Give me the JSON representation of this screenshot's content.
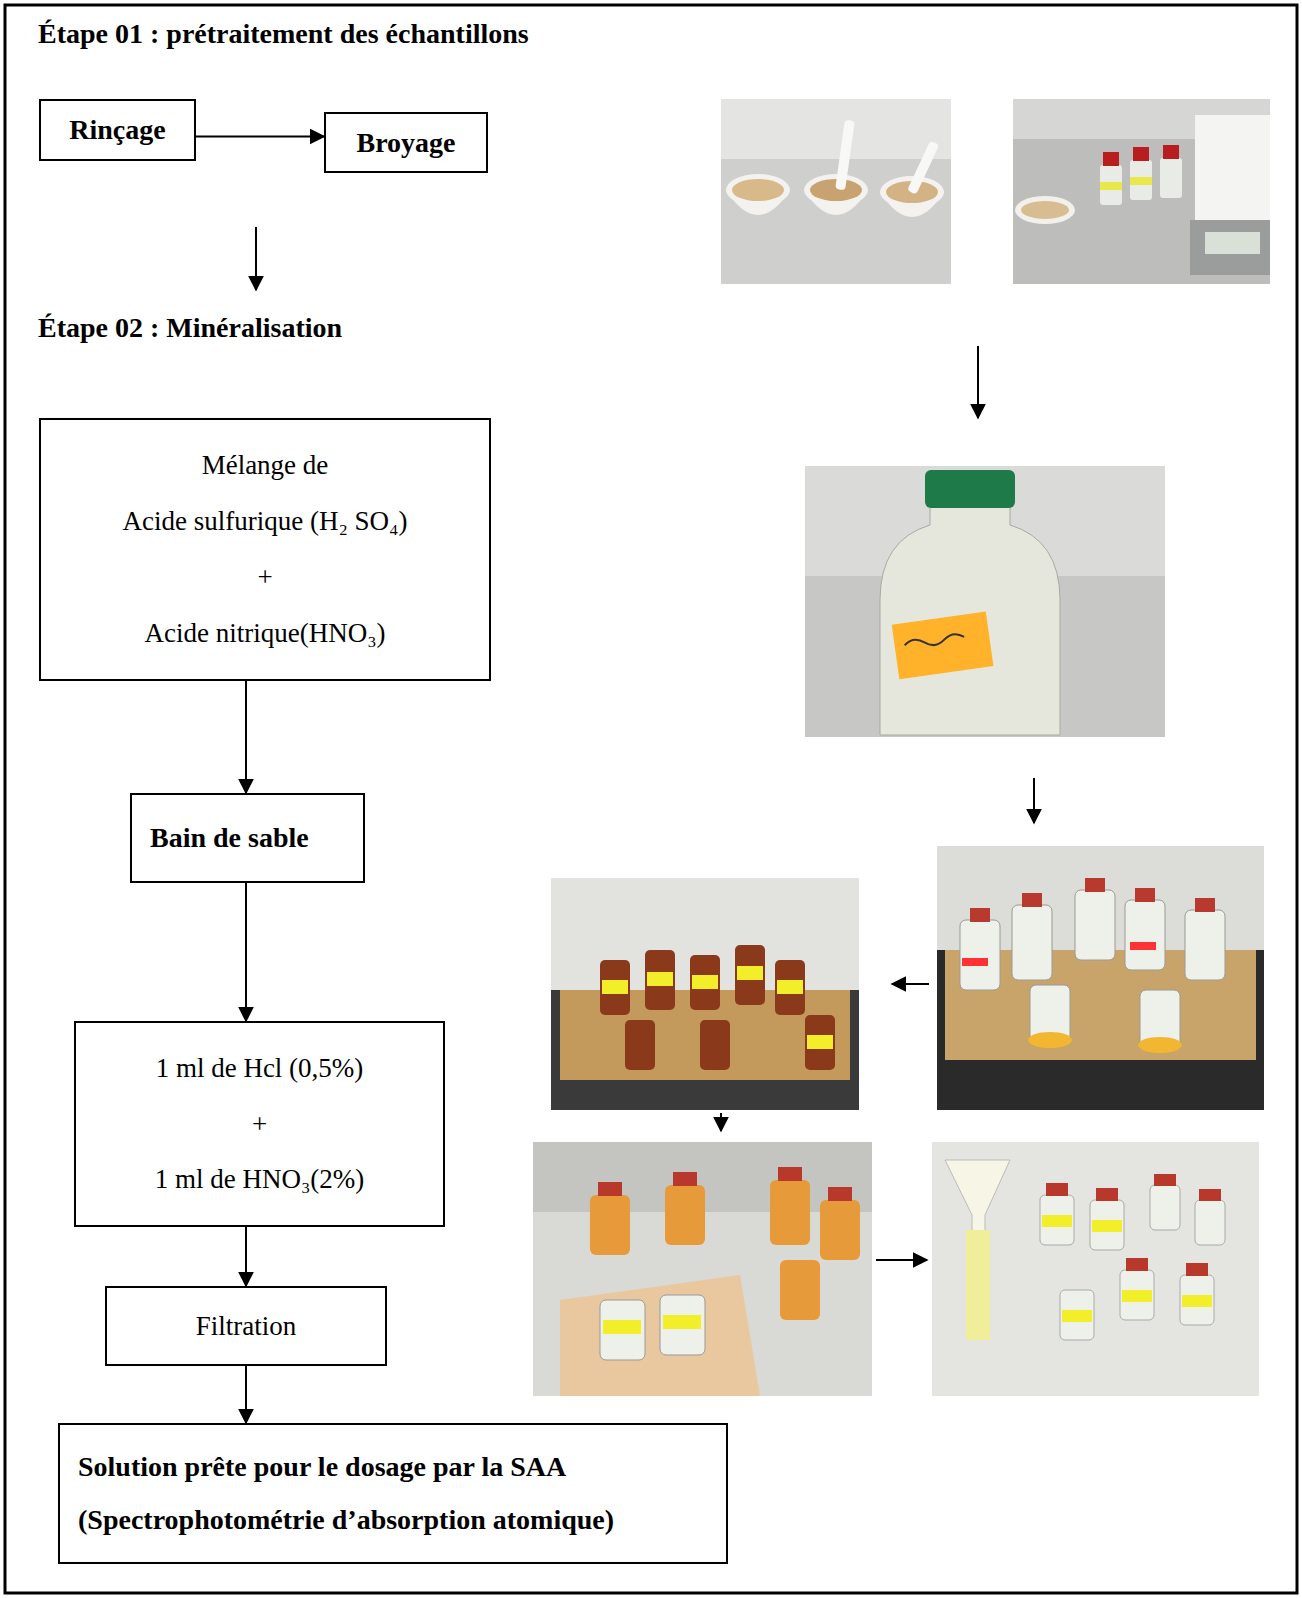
{
  "diagram": {
    "nodes": [
      {
        "text": [
          "Rinçage"
        ]
      },
      {
        "text": [
          "Broyage"
        ]
      },
      {
        "text": [
          "Mélange de",
          "Acide sulfurique (H₂ SO₄)",
          "+",
          "Acide nitrique(HNO₃)"
        ]
      },
      {
        "text": [
          "Bain de sable"
        ]
      },
      {
        "text": [
          "1 ml de Hcl (0,5%)",
          "+",
          "1 ml de HNO₃(2%)"
        ]
      },
      {
        "text": [
          "Filtration"
        ]
      },
      {
        "text": [
          "Solution prête pour le dosage par la SAA",
          "(Spectrophotométrie d’absorption atomique)"
        ]
      }
    ],
    "edges": [
      {
        "from": 0,
        "to": 1,
        "arrow": "to"
      },
      {
        "from": 2,
        "to": 3,
        "arrow": "to"
      },
      {
        "from": 3,
        "to": 4,
        "arrow": "to"
      },
      {
        "from": 4,
        "to": 5,
        "arrow": "to"
      },
      {
        "from": 5,
        "to": 6,
        "arrow": "to"
      }
    ],
    "labels": [
      "Étape 01 : prétraitement des échantillons",
      "Étape 02 : Minéralisation"
    ]
  }
}
